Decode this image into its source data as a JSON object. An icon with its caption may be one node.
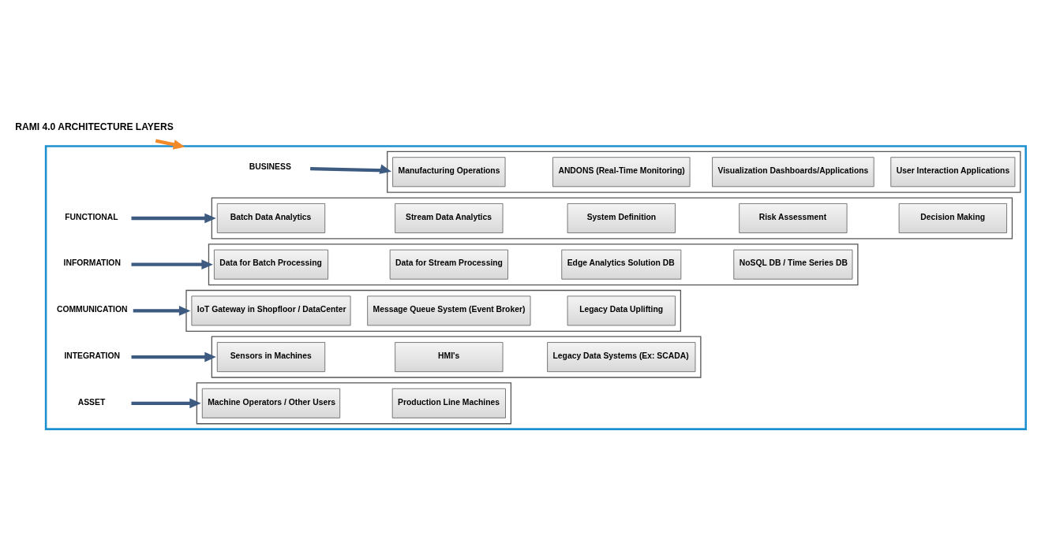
{
  "diagram": {
    "nodes": [
      {
        "text": [
          "RAMI 4.0 ARCHITECTURE LAYERS"
        ]
      },
      {
        "text": [],
        "shape": "box"
      },
      {
        "text": [
          "BUSINESS"
        ],
        "in": 1
      },
      {
        "text": [],
        "shape": "box",
        "in": 1
      },
      {
        "text": [
          "Manufacturing Operations"
        ],
        "in": 3
      },
      {
        "text": [
          "ANDONS (Real-Time Monitoring)"
        ],
        "in": 3
      },
      {
        "text": [
          "Visualization Dashboards/Applications"
        ],
        "in": 3
      },
      {
        "text": [
          "User Interaction Applications"
        ],
        "in": 3
      },
      {
        "text": [
          "FUNCTIONAL"
        ],
        "in": 1
      },
      {
        "text": [],
        "shape": "box",
        "in": 1
      },
      {
        "text": [
          "Batch Data Analytics"
        ],
        "in": 9
      },
      {
        "text": [
          "Stream Data Analytics"
        ],
        "in": 9
      },
      {
        "text": [
          "System Definition"
        ],
        "in": 9
      },
      {
        "text": [
          "Risk Assessment"
        ],
        "in": 9
      },
      {
        "text": [
          "Decision Making"
        ],
        "in": 9
      },
      {
        "text": [
          "INFORMATION"
        ],
        "in": 1
      },
      {
        "text": [],
        "shape": "box",
        "in": 1
      },
      {
        "text": [
          "Data for Batch Processing"
        ],
        "in": 16
      },
      {
        "text": [
          "Data for Stream Processing"
        ],
        "in": 16
      },
      {
        "text": [
          "Edge Analytics Solution DB"
        ],
        "in": 16
      },
      {
        "text": [
          "NoSQL DB / Time Series DB"
        ],
        "in": 16
      },
      {
        "text": [
          "COMMUNICATION"
        ],
        "in": 1
      },
      {
        "text": [],
        "shape": "box",
        "in": 1
      },
      {
        "text": [
          "IoT Gateway in Shopfloor / DataCenter"
        ],
        "in": 22
      },
      {
        "text": [
          "Message Queue System (Event Broker)"
        ],
        "in": 22
      },
      {
        "text": [
          "Legacy Data Uplifting"
        ],
        "in": 22
      },
      {
        "text": [
          "INTEGRATION"
        ],
        "in": 1
      },
      {
        "text": [],
        "shape": "box",
        "in": 1
      },
      {
        "text": [
          "Sensors in Machines"
        ],
        "in": 27
      },
      {
        "text": [
          "HMI's"
        ],
        "in": 27
      },
      {
        "text": [
          "Legacy Data Systems (Ex: SCADA)"
        ],
        "in": 27
      },
      {
        "text": [
          "ASSET"
        ],
        "in": 1
      },
      {
        "text": [],
        "shape": "box",
        "in": 1
      },
      {
        "text": [
          "Machine Operators / Other Users"
        ],
        "in": 32
      },
      {
        "text": [
          "Production Line Machines"
        ],
        "in": 32
      }
    ],
    "edges": [
      {
        "from": 0,
        "to": 1,
        "arrow": "to",
        "color": "#f28a2a"
      },
      {
        "from": 2,
        "to": 3,
        "arrow": "to"
      },
      {
        "from": 8,
        "to": 9,
        "arrow": "to"
      },
      {
        "from": 15,
        "to": 16,
        "arrow": "to"
      },
      {
        "from": 21,
        "to": 22,
        "arrow": "to"
      },
      {
        "from": 26,
        "to": 27,
        "arrow": "to"
      },
      {
        "from": 31,
        "to": 32,
        "arrow": "to"
      }
    ]
  }
}
